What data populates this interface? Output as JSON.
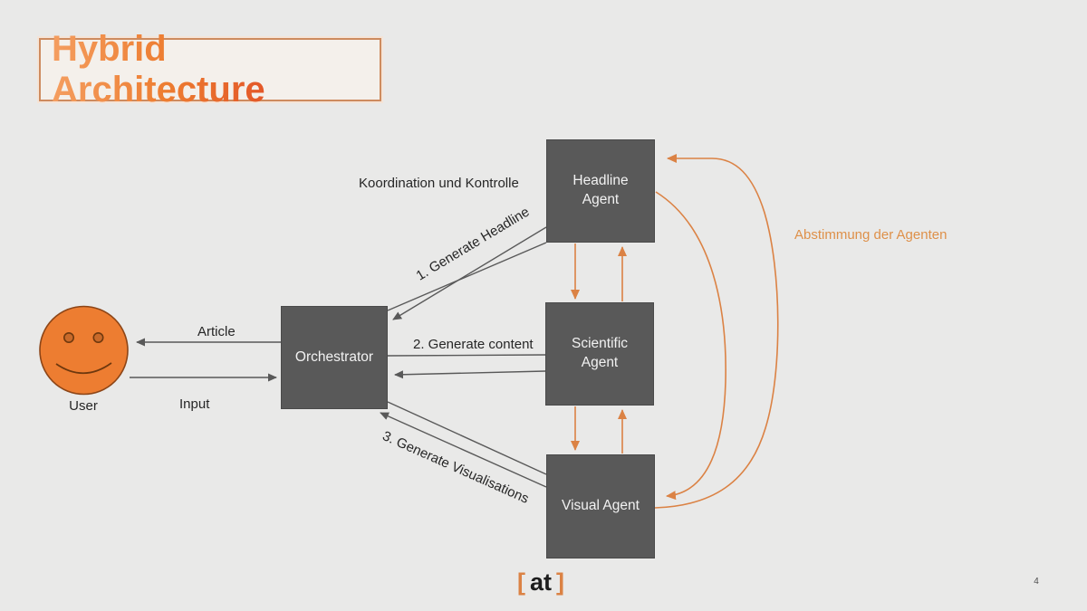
{
  "slide": {
    "title": "Hybrid Architecture",
    "page_number": "4"
  },
  "logo": {
    "open": "[",
    "text": "at",
    "close": "]"
  },
  "nodes": {
    "orchestrator": {
      "label": "Orchestrator"
    },
    "headline_agent": {
      "label": "Headline Agent"
    },
    "scientific_agent": {
      "label": "Scientific Agent"
    },
    "visual_agent": {
      "label": "Visual Agent"
    },
    "user": {
      "label": "User"
    }
  },
  "labels": {
    "koordination": "Koordination und Kontrolle",
    "step1": "1. Generate Headline",
    "step2": "2. Generate content",
    "step3": "3. Generate Visualisations",
    "abstimmung": "Abstimmung der Agenten",
    "article": "Article",
    "input": "Input"
  },
  "edges": [
    {
      "from": "Orchestrator",
      "to": "Headline Agent",
      "label": "1. Generate Headline",
      "style": "gray"
    },
    {
      "from": "Headline Agent",
      "to": "Orchestrator",
      "label": "",
      "style": "gray"
    },
    {
      "from": "Orchestrator",
      "to": "Scientific Agent",
      "label": "2. Generate content",
      "style": "gray"
    },
    {
      "from": "Scientific Agent",
      "to": "Orchestrator",
      "label": "",
      "style": "gray"
    },
    {
      "from": "Orchestrator",
      "to": "Visual Agent",
      "label": "3. Generate Visualisations",
      "style": "gray"
    },
    {
      "from": "Visual Agent",
      "to": "Orchestrator",
      "label": "",
      "style": "gray"
    },
    {
      "from": "Orchestrator",
      "to": "User",
      "label": "Article",
      "style": "gray"
    },
    {
      "from": "User",
      "to": "Orchestrator",
      "label": "Input",
      "style": "gray"
    },
    {
      "from": "Headline Agent",
      "to": "Scientific Agent",
      "label": "",
      "style": "orange"
    },
    {
      "from": "Scientific Agent",
      "to": "Headline Agent",
      "label": "",
      "style": "orange"
    },
    {
      "from": "Scientific Agent",
      "to": "Visual Agent",
      "label": "",
      "style": "orange"
    },
    {
      "from": "Visual Agent",
      "to": "Scientific Agent",
      "label": "",
      "style": "orange"
    },
    {
      "from": "Headline Agent",
      "to": "Visual Agent",
      "label": "Abstimmung der Agenten",
      "style": "orange-curve"
    },
    {
      "from": "Visual Agent",
      "to": "Headline Agent",
      "label": "Abstimmung der Agenten",
      "style": "orange-curve"
    }
  ],
  "colors": {
    "background": "#E9E9E8",
    "accent_orange": "#DB8244",
    "label_orange": "#DE9049",
    "arrow_gray": "#595959",
    "node_fill": "#595959",
    "node_text": "#F2F2F2",
    "smiley_fill": "#ED7D31",
    "smiley_stroke": "#8C4517",
    "title_grad_start": "#F49E60",
    "title_grad_end": "#DC3A1E",
    "title_box_bg": "#F4F0EB",
    "title_box_border": "#CD8B5F"
  }
}
